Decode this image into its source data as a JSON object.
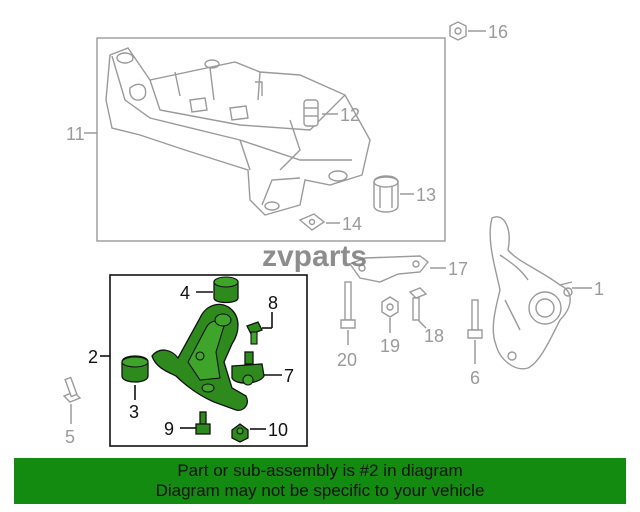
{
  "diagram": {
    "watermark": "zvparts",
    "callouts": [
      {
        "id": "1",
        "label": "1"
      },
      {
        "id": "2",
        "label": "2"
      },
      {
        "id": "3",
        "label": "3"
      },
      {
        "id": "4",
        "label": "4"
      },
      {
        "id": "5",
        "label": "5"
      },
      {
        "id": "6",
        "label": "6"
      },
      {
        "id": "7",
        "label": "7"
      },
      {
        "id": "8",
        "label": "8"
      },
      {
        "id": "9",
        "label": "9"
      },
      {
        "id": "10",
        "label": "10"
      },
      {
        "id": "11",
        "label": "11"
      },
      {
        "id": "12",
        "label": "12"
      },
      {
        "id": "13",
        "label": "13"
      },
      {
        "id": "14",
        "label": "14"
      },
      {
        "id": "16",
        "label": "16"
      },
      {
        "id": "17",
        "label": "17"
      },
      {
        "id": "18",
        "label": "18"
      },
      {
        "id": "19",
        "label": "19"
      },
      {
        "id": "20",
        "label": "20"
      }
    ],
    "highlighted_part": "2",
    "colors": {
      "highlight": "#2f8a1e",
      "banner": "#138a10",
      "line_art": "#9a9a9a"
    }
  },
  "banner": {
    "line1": "Part or sub-assembly is #2 in diagram",
    "line2": "Diagram may not be specific to your vehicle"
  }
}
